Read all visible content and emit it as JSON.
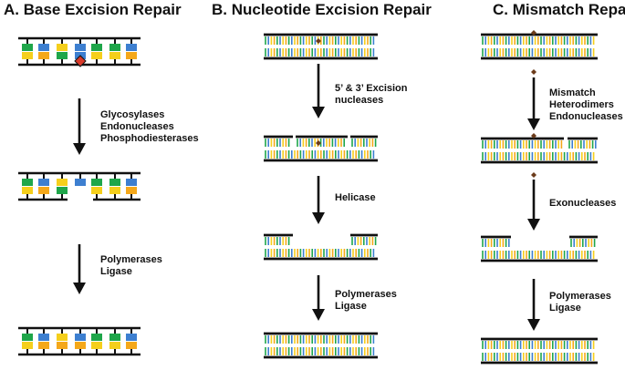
{
  "panels": {
    "a": {
      "title": "A. Base Excision Repair",
      "step1_enzymes": [
        "Glycosylases",
        "Endonucleases",
        "Phosphodiesterases"
      ],
      "step2_enzymes": [
        "Polymerases",
        "Ligase"
      ]
    },
    "b": {
      "title": "B. Nucleotide Excision Repair",
      "step1_enzymes": [
        "5’ & 3’ Excision",
        "nucleases"
      ],
      "step2_enzymes": [
        "Helicase"
      ],
      "step3_enzymes": [
        "Polymerases",
        "Ligase"
      ]
    },
    "c": {
      "title": "C. Mismatch Repair",
      "step1_enzymes": [
        "Mismatch",
        "Heterodimers",
        "Endonucleases"
      ],
      "step2_enzymes": [
        "Exonucleases"
      ],
      "step3_enzymes": [
        "Polymerases",
        "Ligase"
      ]
    }
  },
  "colors": {
    "green": "#1fa64a",
    "blue": "#3d7fd0",
    "yellow": "#f5cf1c",
    "orange": "#f5a81a",
    "damage": "#d93a2a",
    "strand": "#111111"
  }
}
